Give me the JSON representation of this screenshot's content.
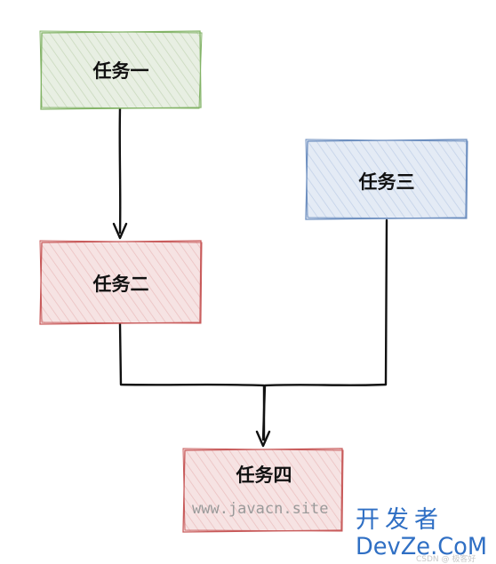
{
  "nodes": {
    "task1": {
      "label": "任务一",
      "fill": "#e8efe3",
      "stroke": "#82b366",
      "hatch": "#c9d9bd"
    },
    "task2": {
      "label": "任务二",
      "fill": "#f6e3e3",
      "stroke": "#c85a5a",
      "hatch": "#ebc1c1"
    },
    "task3": {
      "label": "任务三",
      "fill": "#e4ebf5",
      "stroke": "#6c8ebf",
      "hatch": "#c3d1e8"
    },
    "task4": {
      "label": "任务四",
      "fill": "#f6e3e3",
      "stroke": "#c85a5a",
      "hatch": "#ebc1c1"
    }
  },
  "edges": [
    {
      "from": "任务一",
      "to": "任务二"
    },
    {
      "from": "任务二",
      "to": "任务四"
    },
    {
      "from": "任务三",
      "to": "任务四"
    }
  ],
  "watermark": {
    "site": "www.javacn.site",
    "brand_top": "开发者",
    "brand_bottom": "DevZe.CoM",
    "brand_small": "CSDN @ 极客好"
  },
  "colors": {
    "edge": "#111111",
    "brand": "#2f6fc4"
  }
}
